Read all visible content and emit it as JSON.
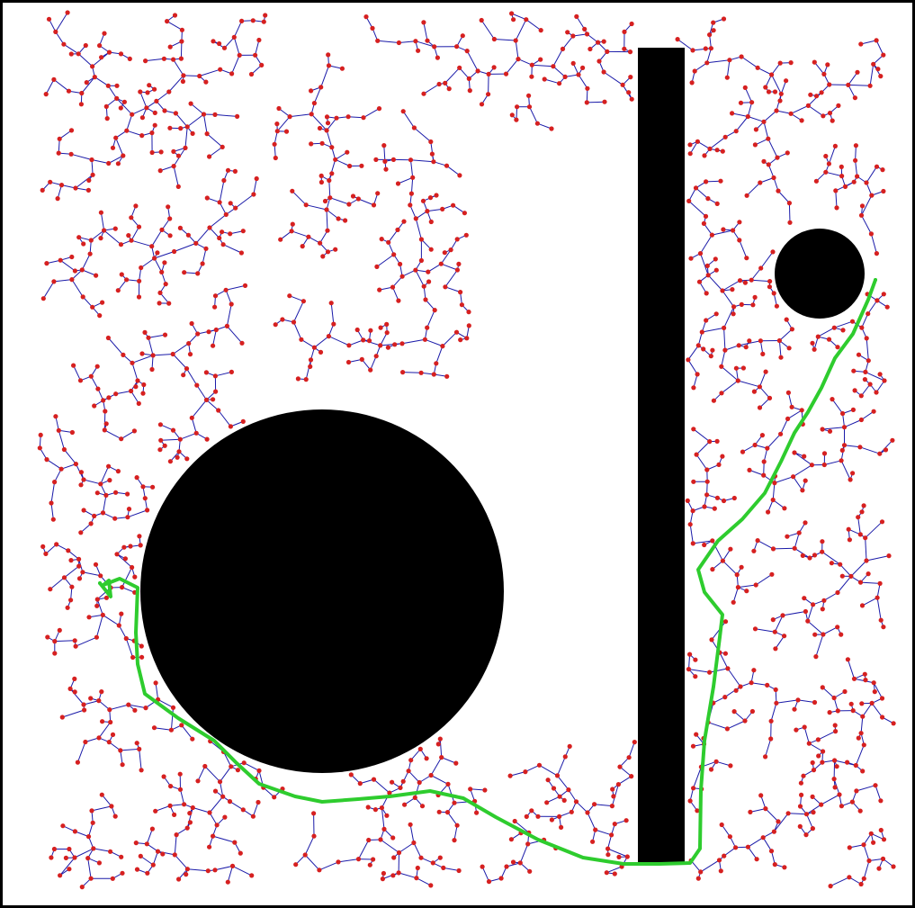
{
  "scene": {
    "title": "",
    "colors": {
      "background": "#ffffff",
      "frame": "#000000",
      "obstacle": "#000000",
      "tree_edge": "#1a1aa8",
      "tree_node": "#d62020",
      "path": "#2ecc2e"
    },
    "tree_seed": 20240517,
    "obstacles": [
      {
        "kind": "circle",
        "name": "large-circle-obstacle"
      },
      {
        "kind": "circle",
        "name": "small-circle-obstacle"
      },
      {
        "kind": "rect",
        "name": "vertical-wall-obstacle"
      }
    ],
    "path_name": "solution-path",
    "start_marker": "start-marker",
    "goal_marker": "goal-marker"
  }
}
